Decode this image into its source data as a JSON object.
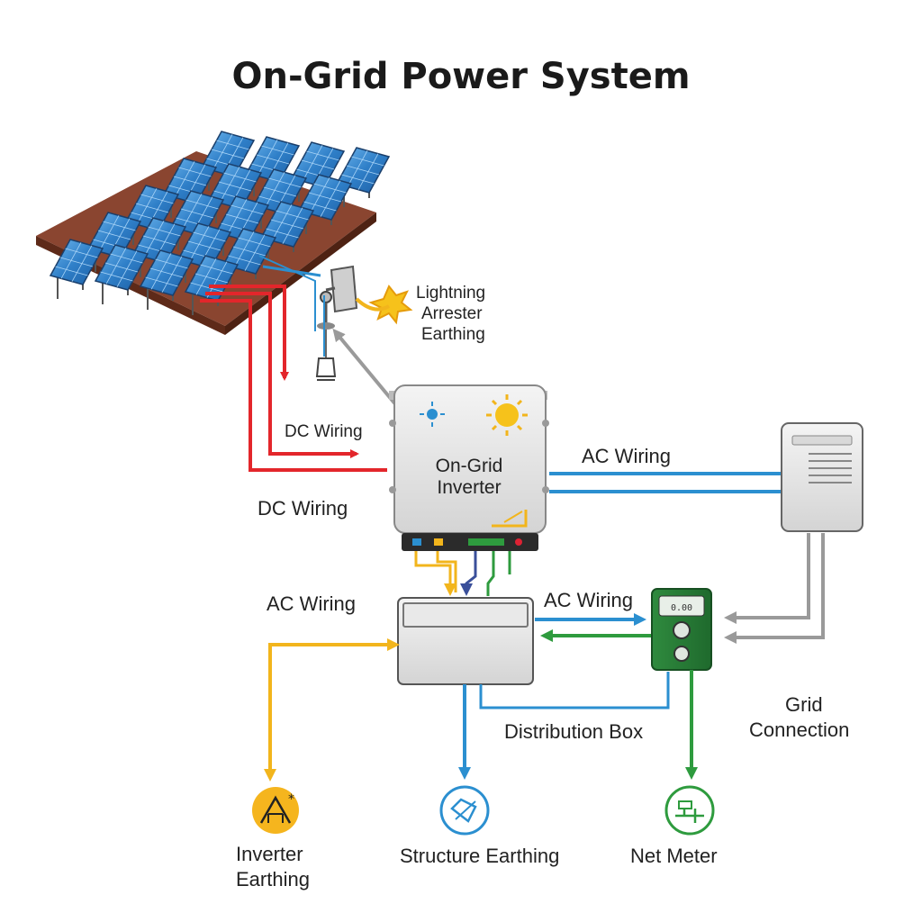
{
  "title": "On-Grid Power System",
  "labels": {
    "lightning_line1": "Lightning",
    "lightning_line2": "Arrester",
    "lightning_line3": "Earthing",
    "dc_wiring_1": "DC Wiring",
    "dc_wiring_2": "DC Wiring",
    "ac_wiring_1": "AC Wiring",
    "ac_wiring_2": "AC Wiring",
    "ac_wiring_3": "AC Wiring",
    "inverter_line1": "On-Grid",
    "inverter_line2": "Inverter",
    "distribution_box": "Distribution Box",
    "grid_line1": "Grid",
    "grid_line2": "Connection",
    "inverter_earthing_line1": "Inverter",
    "inverter_earthing_line2": "Earthing",
    "structure_earthing": "Structure Earthing",
    "net_meter": "Net Meter"
  },
  "colors": {
    "dc": "#e3262b",
    "ac_blue": "#2b8fd0",
    "green": "#2e9b3e",
    "yellow": "#f2b51c",
    "gray": "#9a9a9a",
    "panel": "#2f7fc8",
    "roof": "#7a3b26"
  },
  "icons": {
    "sun": "sun-icon",
    "inverter_earth": "earth-triangle-icon",
    "structure_earth": "structure-earth-icon",
    "net_meter": "meter-icon"
  }
}
